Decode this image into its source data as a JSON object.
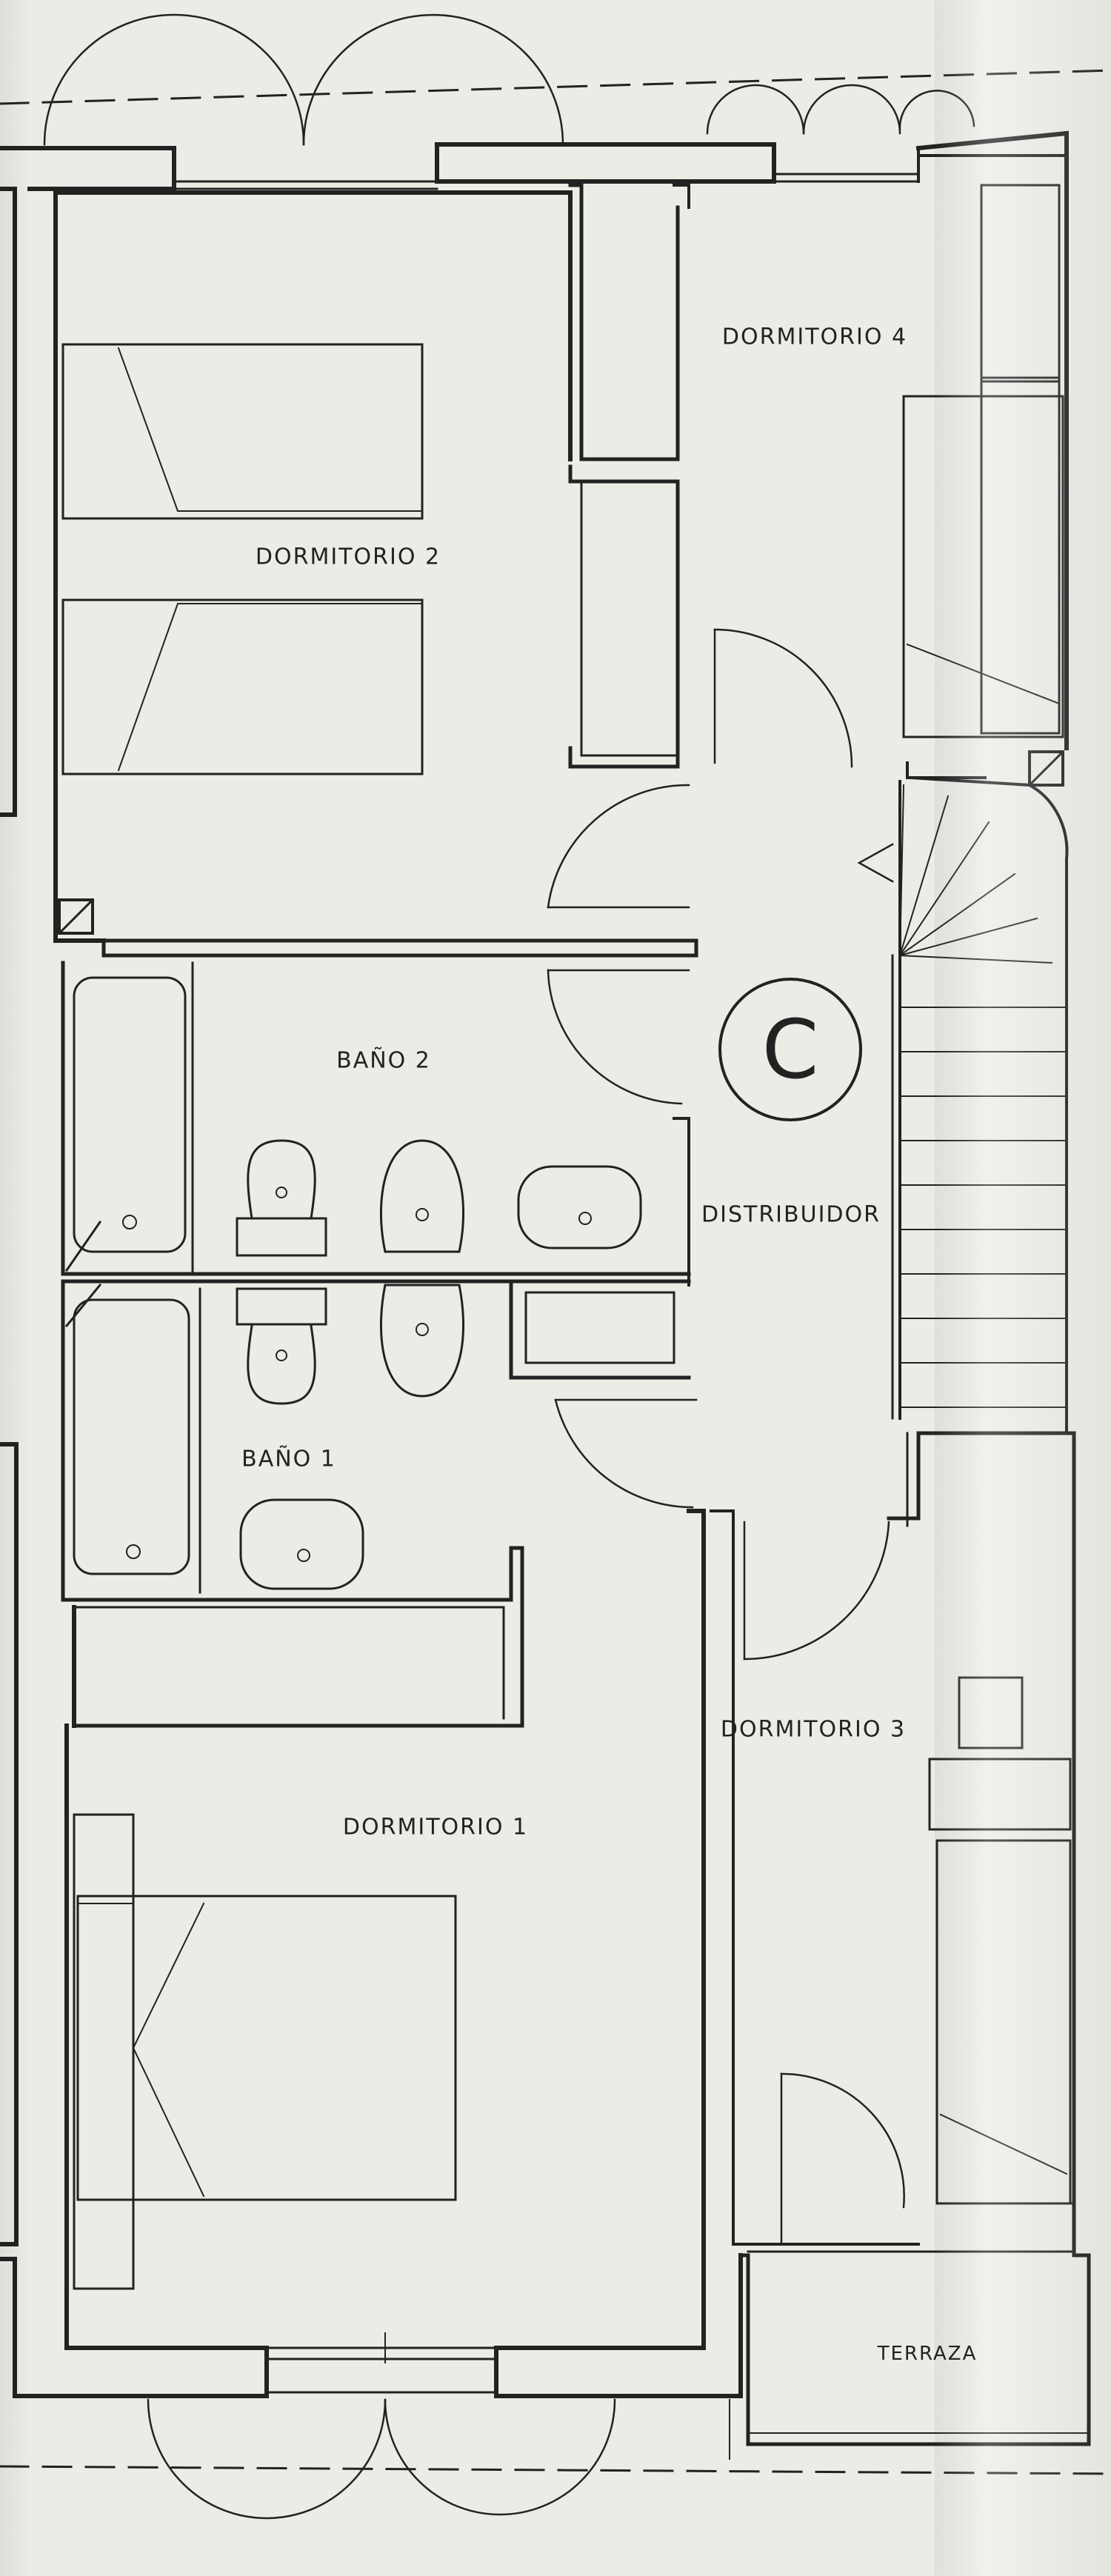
{
  "plan": {
    "rooms": [
      {
        "id": "dormitorio-4",
        "label": "DORMITORIO  4"
      },
      {
        "id": "dormitorio-2",
        "label": "DORMITORIO  2"
      },
      {
        "id": "bano-2",
        "label": "BAÑO  2"
      },
      {
        "id": "distribuidor",
        "label": "DISTRIBUIDOR"
      },
      {
        "id": "bano-1",
        "label": "BAÑO  1"
      },
      {
        "id": "dormitorio-3",
        "label": "DORMITORIO  3"
      },
      {
        "id": "dormitorio-1",
        "label": "DORMITORIO  1"
      },
      {
        "id": "terraza",
        "label": "TERRAZA"
      }
    ],
    "marker": {
      "letter": "C"
    },
    "colors": {
      "paper": "#ecebe6",
      "ink": "#222222"
    }
  }
}
